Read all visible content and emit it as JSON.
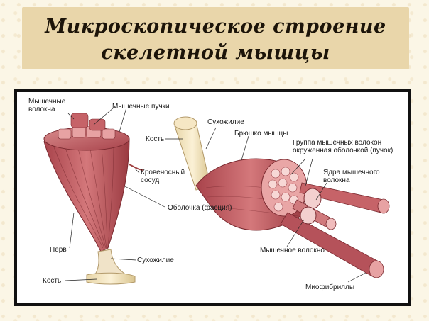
{
  "title": {
    "line1": "Микроскопическое строение",
    "line2": "скелетной мышцы"
  },
  "labels": {
    "fibers_l1": "Мышечные",
    "fibers_l2": "волокна",
    "bundles": "Мышечные пучки",
    "bone_top": "Кость",
    "vessel_l1": "Кровеносный",
    "vessel_l2": "сосуд",
    "fascia": "Оболочка (фасция)",
    "nerve": "Нерв",
    "tendon_bottom": "Сухожилие",
    "bone_bottom": "Кость",
    "tendon_top": "Сухожилие",
    "belly": "Брюшко мышцы",
    "group_l1": "Группа мышечных волокон",
    "group_l2": "окруженная оболочкой (пучок)",
    "nuclei_l1": "Ядра мышечного",
    "nuclei_l2": "волокна",
    "fiber": "Мышечное волокно",
    "myofibrils": "Миофибриллы"
  },
  "colors": {
    "muscle": "#c9646a",
    "muscle_dark": "#8e2f36",
    "muscle_light": "#e8a3a2",
    "tendon": "#f0e3c8",
    "title_band": "#e9d6aa"
  }
}
